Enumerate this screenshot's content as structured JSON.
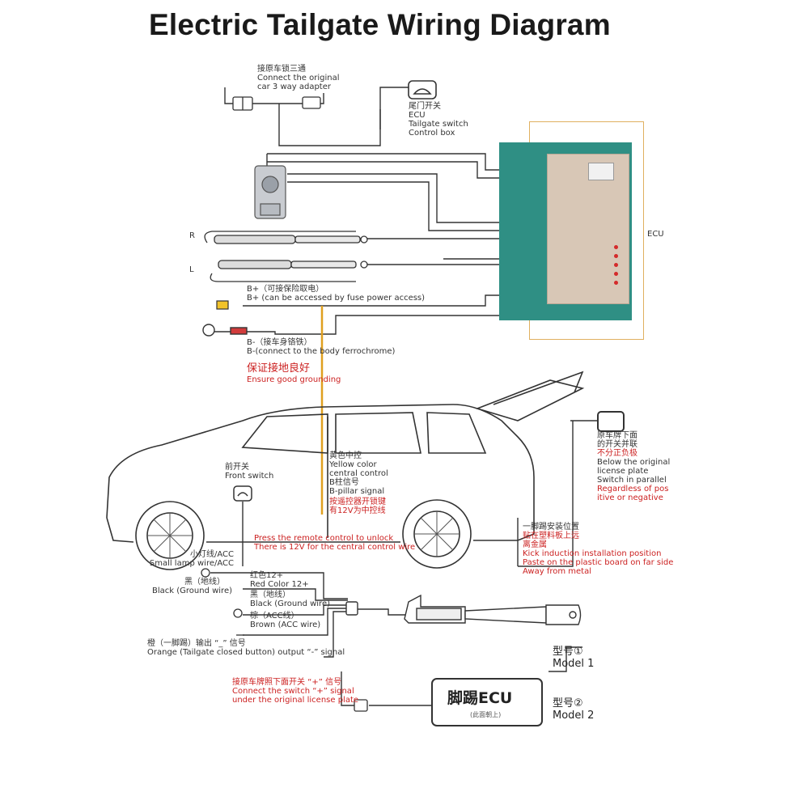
{
  "title": "Electric Tailgate Wiring Diagram",
  "labels": {
    "adapter": [
      "接原车锁三通",
      "Connect the original",
      "car 3 way adapter"
    ],
    "tailgate_switch": [
      "尾门开关",
      "ECU",
      "Tailgate switch",
      "Control box"
    ],
    "ecu": "ECU",
    "strut_right": "R",
    "strut_left": "L",
    "b_plus": [
      "B+（可接保险取电）",
      "B+ (can be accessed by fuse power access)"
    ],
    "b_minus": [
      "B-（接车身铬铁）",
      "B-(connect to the body ferrochrome)"
    ],
    "grounding": [
      "保证接地良好",
      "Ensure good grounding"
    ],
    "front_switch": [
      "前开关",
      "Front switch"
    ],
    "central_control": [
      "黄色中控",
      "Yellow color",
      "central control",
      "B柱信号",
      "B-pillar signal"
    ],
    "remote_unlock_cn": [
      "按遥控器开锁键",
      "有12V为中控线"
    ],
    "remote_unlock_en": [
      "Press the remote control to unlock",
      "There is 12V for the central control wire"
    ],
    "license_switch": [
      "原车牌下面",
      "的开关并联"
    ],
    "license_switch_red": "不分正负极",
    "license_switch_en": [
      "Below the original",
      "license plate",
      "Switch in parallel"
    ],
    "license_switch_en_red": [
      "Regardless of pos",
      "itive or negative"
    ],
    "kick_position": [
      "一脚踢安装位置"
    ],
    "kick_position_red": [
      "贴在塑料板上远",
      "离金属"
    ],
    "kick_position_en": [
      "Kick induction installation position",
      "Paste on the plastic board on far side",
      "Away from metal"
    ],
    "small_lamp": [
      "小灯线/ACC",
      "Small lamp wire/ACC"
    ],
    "black_ground_left": [
      "黑（地线）",
      "Black (Ground wire)"
    ],
    "red_12": [
      "红色12+",
      "Red Color 12+"
    ],
    "black_ground": [
      "黑（地线）",
      "Black (Ground wire)"
    ],
    "brown_acc": [
      "棕（ACC线）",
      "Brown (ACC wire)"
    ],
    "orange_signal": [
      "橙（一脚踢）输出 “_” 信号",
      "Orange (Tailgate closed button) output “-” signal"
    ],
    "license_plus": [
      "接原车牌照下面开关 “+” 信号",
      "Connect the switch “+” signal",
      "under the original license plate"
    ],
    "model1": [
      "型号①",
      "Model 1"
    ],
    "model2": [
      "型号②",
      "Model 2"
    ],
    "kick_ecu_title": "脚踢ECU",
    "kick_ecu_sub": "(此面朝上)"
  },
  "colors": {
    "wire": "#333333",
    "ground_wire": "#e0a020",
    "annotation_red": "#cc2222",
    "ecu_background": "#2f8f84"
  }
}
